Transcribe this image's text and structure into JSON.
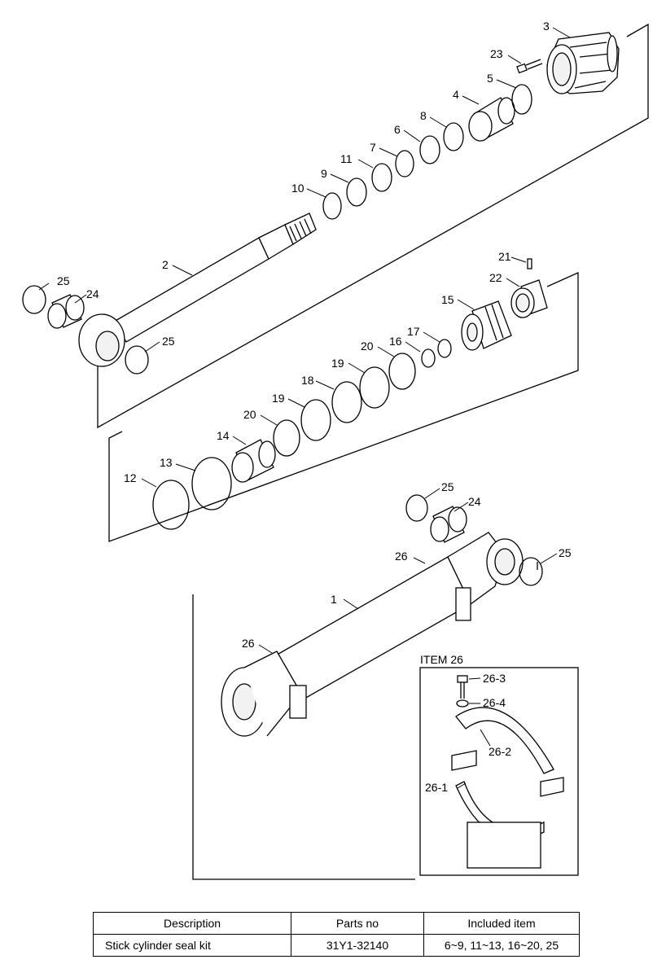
{
  "labels": {
    "n1": "1",
    "n2": "2",
    "n3": "3",
    "n4": "4",
    "n5": "5",
    "n6": "6",
    "n7": "7",
    "n8": "8",
    "n9": "9",
    "n10": "10",
    "n11": "11",
    "n12": "12",
    "n13": "13",
    "n14": "14",
    "n15": "15",
    "n16": "16",
    "n17": "17",
    "n18": "18",
    "n19a": "19",
    "n19b": "19",
    "n20a": "20",
    "n20b": "20",
    "n21": "21",
    "n22": "22",
    "n23": "23",
    "n24a": "24",
    "n24b": "24",
    "n25a": "25",
    "n25b": "25",
    "n25c": "25",
    "n25d": "25",
    "n26a": "26",
    "n26b": "26",
    "item26_title": "ITEM 26",
    "n26_1": "26-1",
    "n26_2": "26-2",
    "n26_3": "26-3",
    "n26_4": "26-4"
  },
  "table": {
    "headers": [
      "Description",
      "Parts no",
      "Included item"
    ],
    "rows": [
      [
        "Stick cylinder seal kit",
        "31Y1-32140",
        "6~9, 11~13, 16~20, 25"
      ]
    ]
  }
}
